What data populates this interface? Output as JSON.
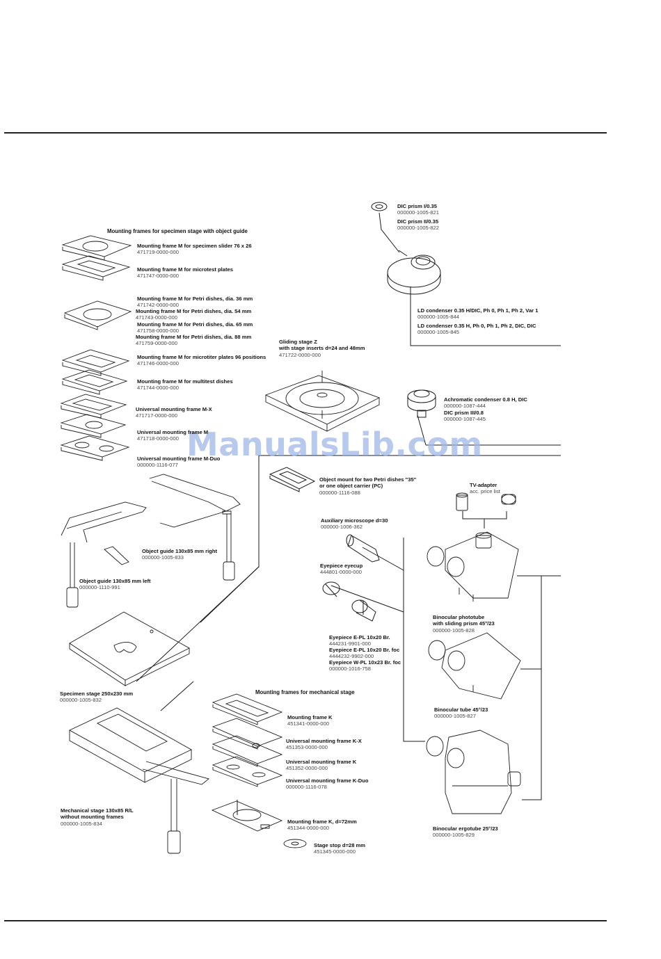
{
  "watermark": "ManualsLib.com",
  "headings": {
    "mounting_frames_guide": "Mounting frames for specimen stage with object guide",
    "mounting_frames_mechanical": "Mounting frames for mechanical stage"
  },
  "parts": {
    "dic_prism_1": {
      "name": "DIC prism I/0.35",
      "number": "000000-1005-821"
    },
    "dic_prism_2": {
      "name": "DIC prism II/0.35",
      "number": "000000-1005-822"
    },
    "ld_condenser_1": {
      "name": "LD condenser 0.35 H/DIC, Ph 0, Ph 1, Ph 2, Var 1",
      "number": "000000-1005-844"
    },
    "ld_condenser_2": {
      "name": "LD condenser 0.35 H, Ph 0, Ph 1, Ph 2, DIC, DIC",
      "number": "000000-1005-845"
    },
    "mf_slider": {
      "name": "Mounting frame M for specimen slider 76 x 26",
      "number": "471719-0000-000"
    },
    "mf_microtest": {
      "name": "Mounting frame M for microtest plates",
      "number": "471747-0000-000"
    },
    "mf_petri36": {
      "name": "Mounting frame M for Petri dishes, dia. 36 mm",
      "number": "471742-0000-000"
    },
    "mf_petri54": {
      "name": "Mounting frame M for Petri dishes, dia. 54 mm",
      "number": "471743-0000-000"
    },
    "mf_petri65": {
      "name": "Mounting frame M for Petri dishes, dia. 65 mm",
      "number": "471758-0000-000"
    },
    "mf_petri88": {
      "name": "Mounting frame M for Petri dishes, dia. 88 mm",
      "number": "471759-0000-000"
    },
    "mf_microtiter": {
      "name": "Mounting frame M for microtiter plates 96 positions",
      "number": "471746-0000-000"
    },
    "mf_multitest": {
      "name": "Mounting frame M for multitest dishes",
      "number": "471744-0000-000"
    },
    "umf_mx": {
      "name": "Universal mounting frame M-X",
      "number": "471717-0000-000"
    },
    "umf_m": {
      "name": "Universal mounting frame M",
      "number": "471718-0000-000"
    },
    "umf_mduo": {
      "name": "Universal mounting frame M-Duo",
      "number": "000000-1116-077"
    },
    "gliding_stage": {
      "name": "Gliding stage Z",
      "name2": "with stage inserts d=24 and 48mm",
      "number": "471722-0000-000"
    },
    "achromatic_condenser": {
      "name": "Achromatic condenser 0.8 H, DIC",
      "number": "000000-1087-444"
    },
    "dic_prism_3": {
      "name": "DIC prism III/0.8",
      "number": "000000-1087-445"
    },
    "object_mount": {
      "name": "Object mount for two Petri dishes \"35\"",
      "name2": "or one object carrier (PC)",
      "number": "000000-1116-088"
    },
    "tv_adapter": {
      "name": "TV-adapter",
      "note": "acc. price list"
    },
    "aux_microscope": {
      "name": "Auxiliary microscope d=30",
      "number": "000000-1006-362"
    },
    "eyepiece_eyecup": {
      "name": "Eyepiece eyecup",
      "number": "444801-0000-000"
    },
    "eyepiece_1": {
      "name": "Eyepiece E-PL 10x20 Br.",
      "number": "444231-9901-000"
    },
    "eyepiece_2": {
      "name": "Eyepiece E-PL 10x20 Br. foc",
      "number": "4444232-9902-000"
    },
    "eyepiece_3": {
      "name": "Eyepiece W-PL 10x23 Br. foc",
      "number": "000000-1016-758"
    },
    "object_guide_right": {
      "name": "Object guide 130x85 mm right",
      "number": "000000-1005-833"
    },
    "object_guide_left": {
      "name": "Object guide 130x85 mm left",
      "number": "000000-1110-991"
    },
    "phototube": {
      "name": "Binocular phototube",
      "name2": "with sliding prism 45°/23",
      "number": "000000-1005-828"
    },
    "binocular_tube": {
      "name": "Binocular tube 45°/23",
      "number": "000000-1005-827"
    },
    "ergotube": {
      "name": "Binocular ergotube 25°/23",
      "number": "000000-1005-829"
    },
    "specimen_stage": {
      "name": "Specimen stage 250x230 mm",
      "number": "000000-1005-832"
    },
    "mf_k": {
      "name": "Mounting frame K",
      "number": "451341-0000-000"
    },
    "umf_kx": {
      "name": "Universal mounting frame K-X",
      "number": "451353-0000-000"
    },
    "umf_k": {
      "name": "Universal mounting frame K",
      "number": "451352-0000-000"
    },
    "umf_kduo": {
      "name": "Universal mounting frame K-Duo",
      "number": "000000-1116-078"
    },
    "mech_stage": {
      "name": "Mechanical stage 130x85 R/L",
      "name2": "without mounting frames",
      "number": "000000-1005-834"
    },
    "mf_k72": {
      "name": "Mounting frame K, d=72mm",
      "number": "451344-0000-000"
    },
    "stage_stop": {
      "name": "Stage stop d=28 mm",
      "number": "451345-0000-000"
    }
  }
}
